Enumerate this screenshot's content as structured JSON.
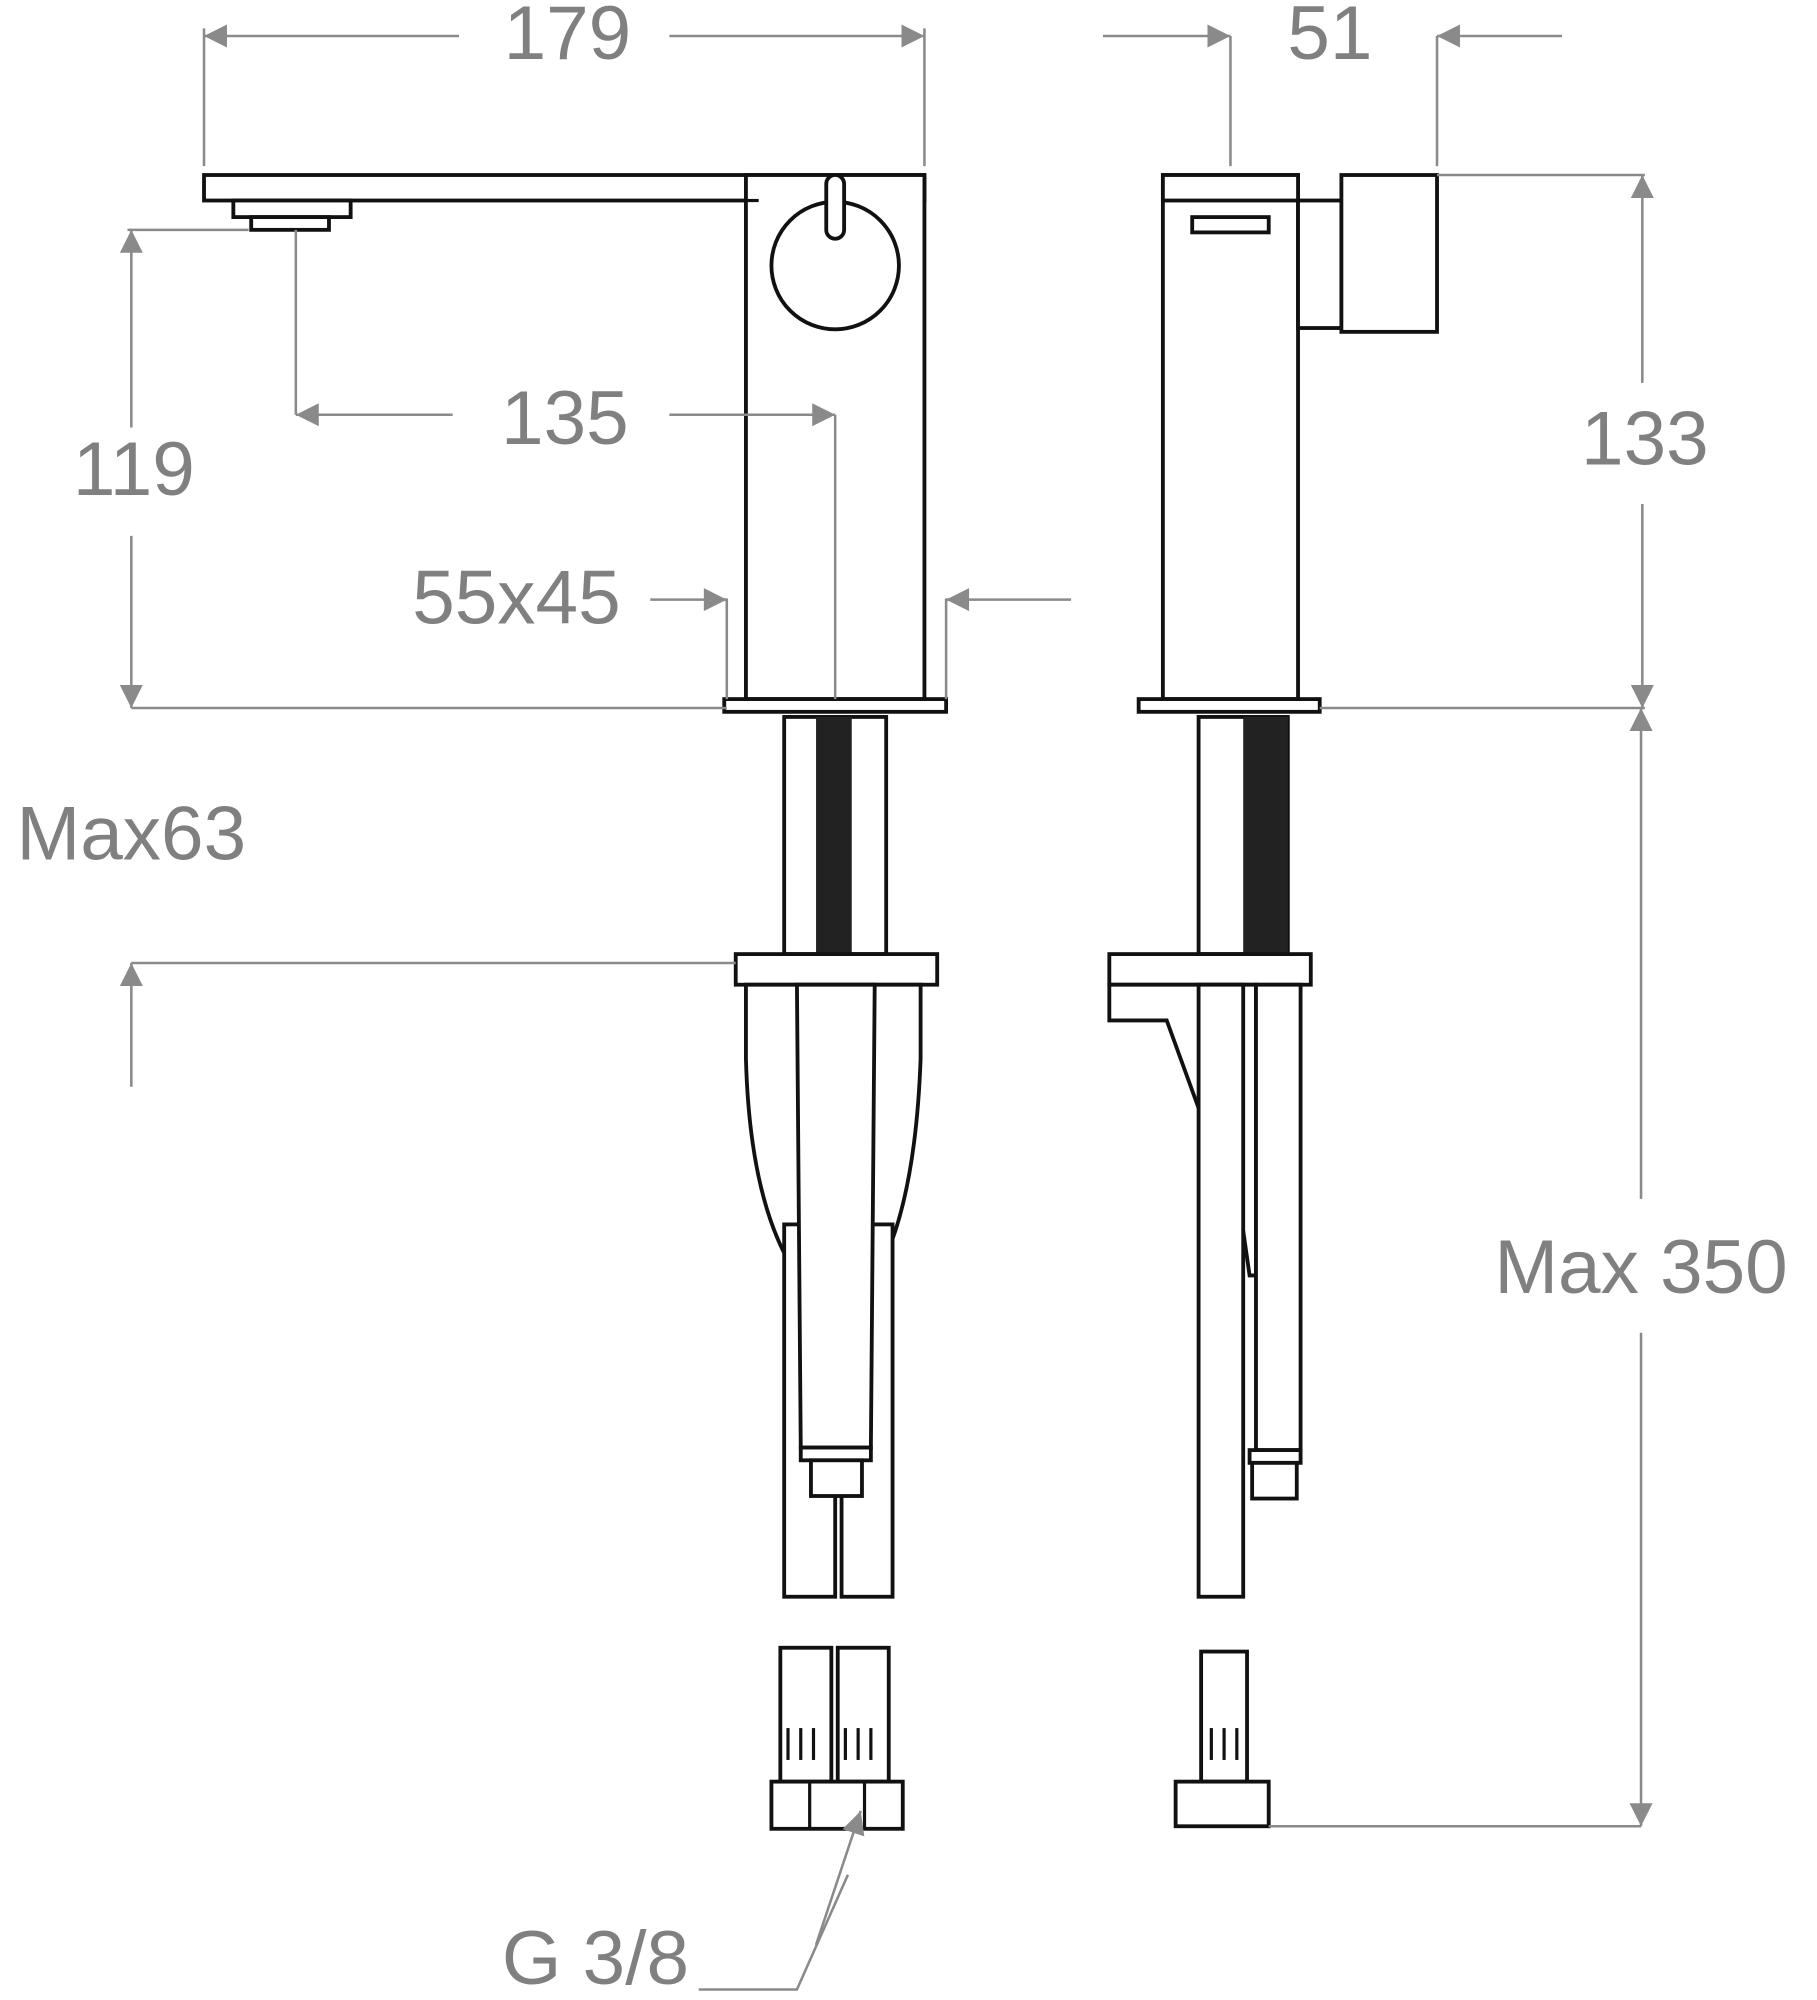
{
  "dimensions": {
    "spout_length": "179",
    "handle_width": "51",
    "spout_height": "119",
    "spout_reach": "135",
    "base_size": "55x45",
    "body_height": "133",
    "max_deck_thickness": "Max63",
    "max_hose_length": "Max 350",
    "connection_thread": "G 3/8"
  },
  "colors": {
    "outline": "#111111",
    "dimension": "#8a8a8a"
  }
}
